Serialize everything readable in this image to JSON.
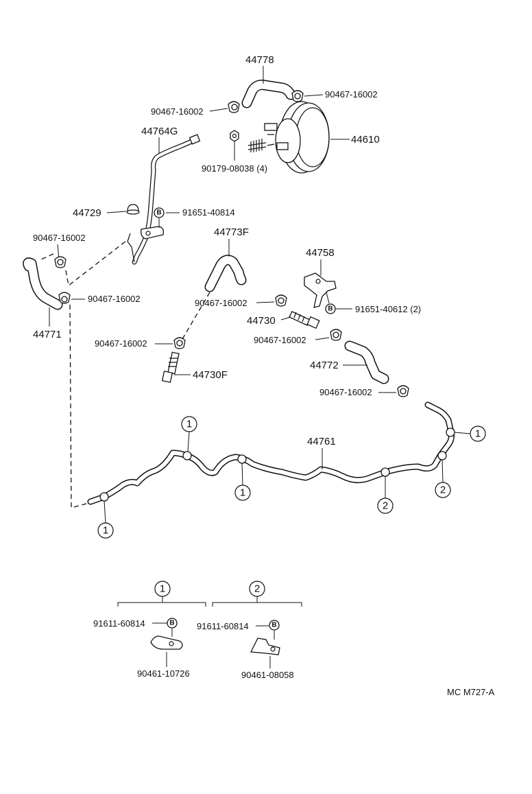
{
  "diagram": {
    "code": "MC  M727-A",
    "parts": {
      "p44778": "44778",
      "p44610": "44610",
      "p44764G": "44764G",
      "p44729": "44729",
      "p44773F": "44773F",
      "p44758": "44758",
      "p44730": "44730",
      "p44771": "44771",
      "p44730F": "44730F",
      "p44772": "44772",
      "p44761": "44761"
    },
    "fasteners": {
      "clip_a": "90467-16002",
      "clip_b": "90467-16002",
      "clip_c": "90467-16002",
      "clip_d": "90467-16002",
      "clip_e": "90467-16002",
      "clip_f": "90467-16002",
      "clip_g": "90467-16002",
      "clip_h": "90467-16002",
      "nut": "90179-08038 (4)",
      "bolt_1": "91651-40814",
      "bolt_2": "91651-40612 (2)"
    },
    "callouts": {
      "one": "1",
      "two": "2",
      "bolt_mark": "B"
    },
    "legend": {
      "group1": {
        "number": "1",
        "bolt": "91611-60814",
        "clamp": "90461-10726"
      },
      "group2": {
        "number": "2",
        "bolt": "91611-60814",
        "clamp": "90461-08058"
      }
    }
  }
}
